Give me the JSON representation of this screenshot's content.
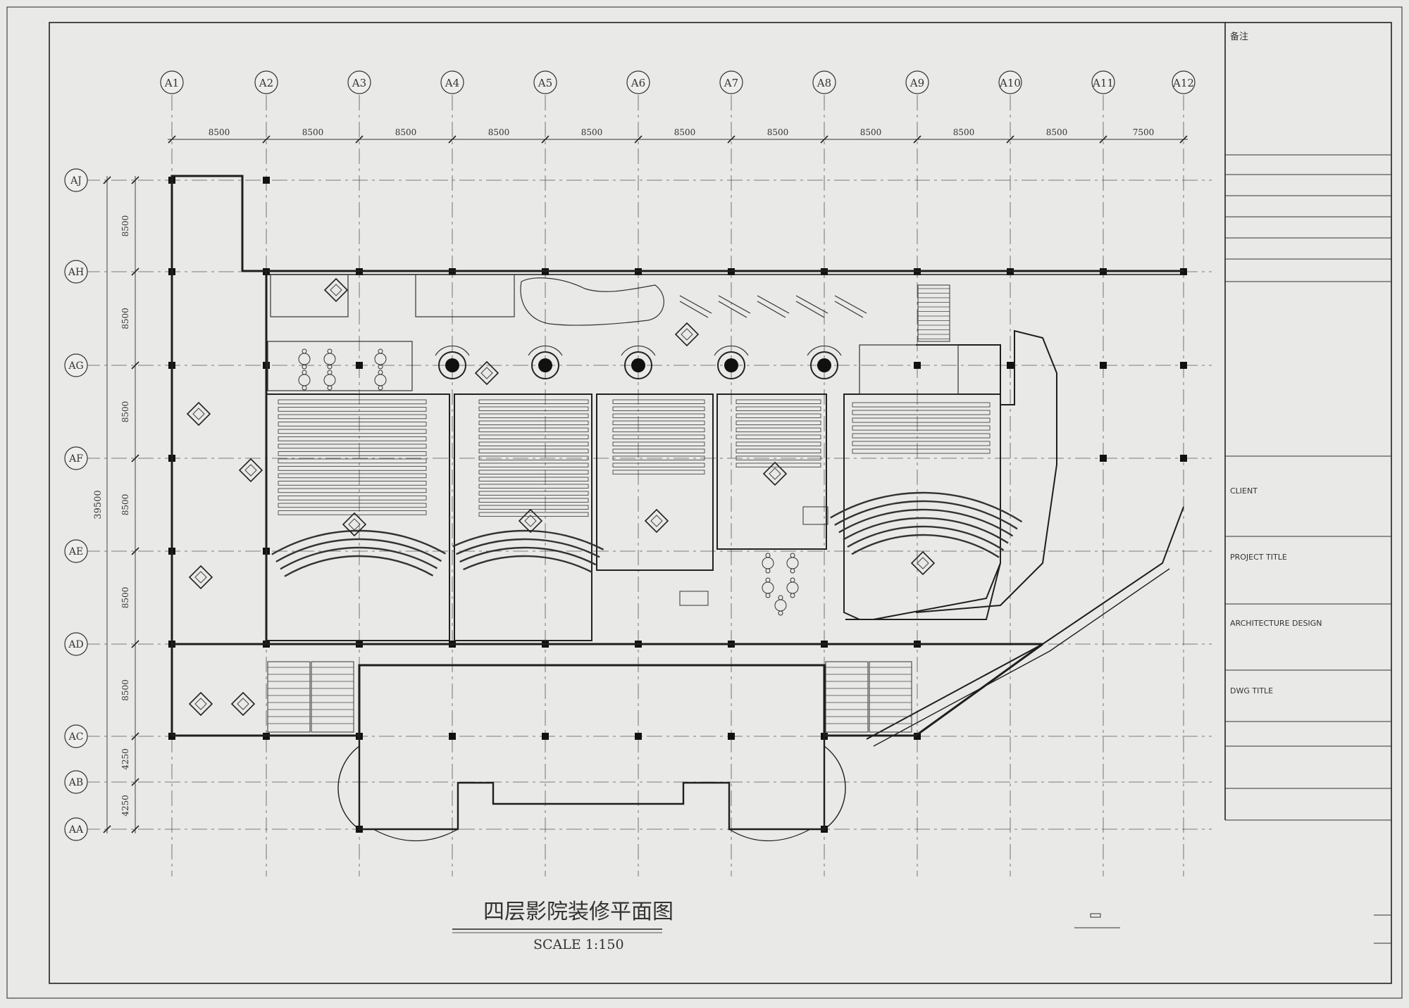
{
  "drawing": {
    "title": "四层影院装修平面图",
    "scale": "SCALE 1:150"
  },
  "axes": {
    "columns": [
      "A1",
      "A2",
      "A3",
      "A4",
      "A5",
      "A6",
      "A7",
      "A8",
      "A9",
      "A10",
      "A11",
      "A12"
    ],
    "column_spacings": [
      "8500",
      "8500",
      "8500",
      "8500",
      "8500",
      "8500",
      "8500",
      "8500",
      "8500",
      "8500",
      "7500"
    ],
    "rows": [
      "AJ",
      "AH",
      "AG",
      "AF",
      "AE",
      "AD",
      "AC",
      "AB",
      "AA"
    ],
    "row_spacings": [
      "8500",
      "8500",
      "8500",
      "8500",
      "8500",
      "8500",
      "4250",
      "4250"
    ],
    "overall_dimension": "39500"
  },
  "title_block": {
    "notes_label": "备注",
    "client_label": "CLIENT",
    "project_title_label": "PROJECT TITLE",
    "architecture_design_label": "ARCHITECTURE DESIGN",
    "dwg_title_label": "DWG TITLE"
  },
  "colors": {
    "paper": "#e9e9e7",
    "line": "#2a2a2a",
    "grid_line": "#555555"
  }
}
